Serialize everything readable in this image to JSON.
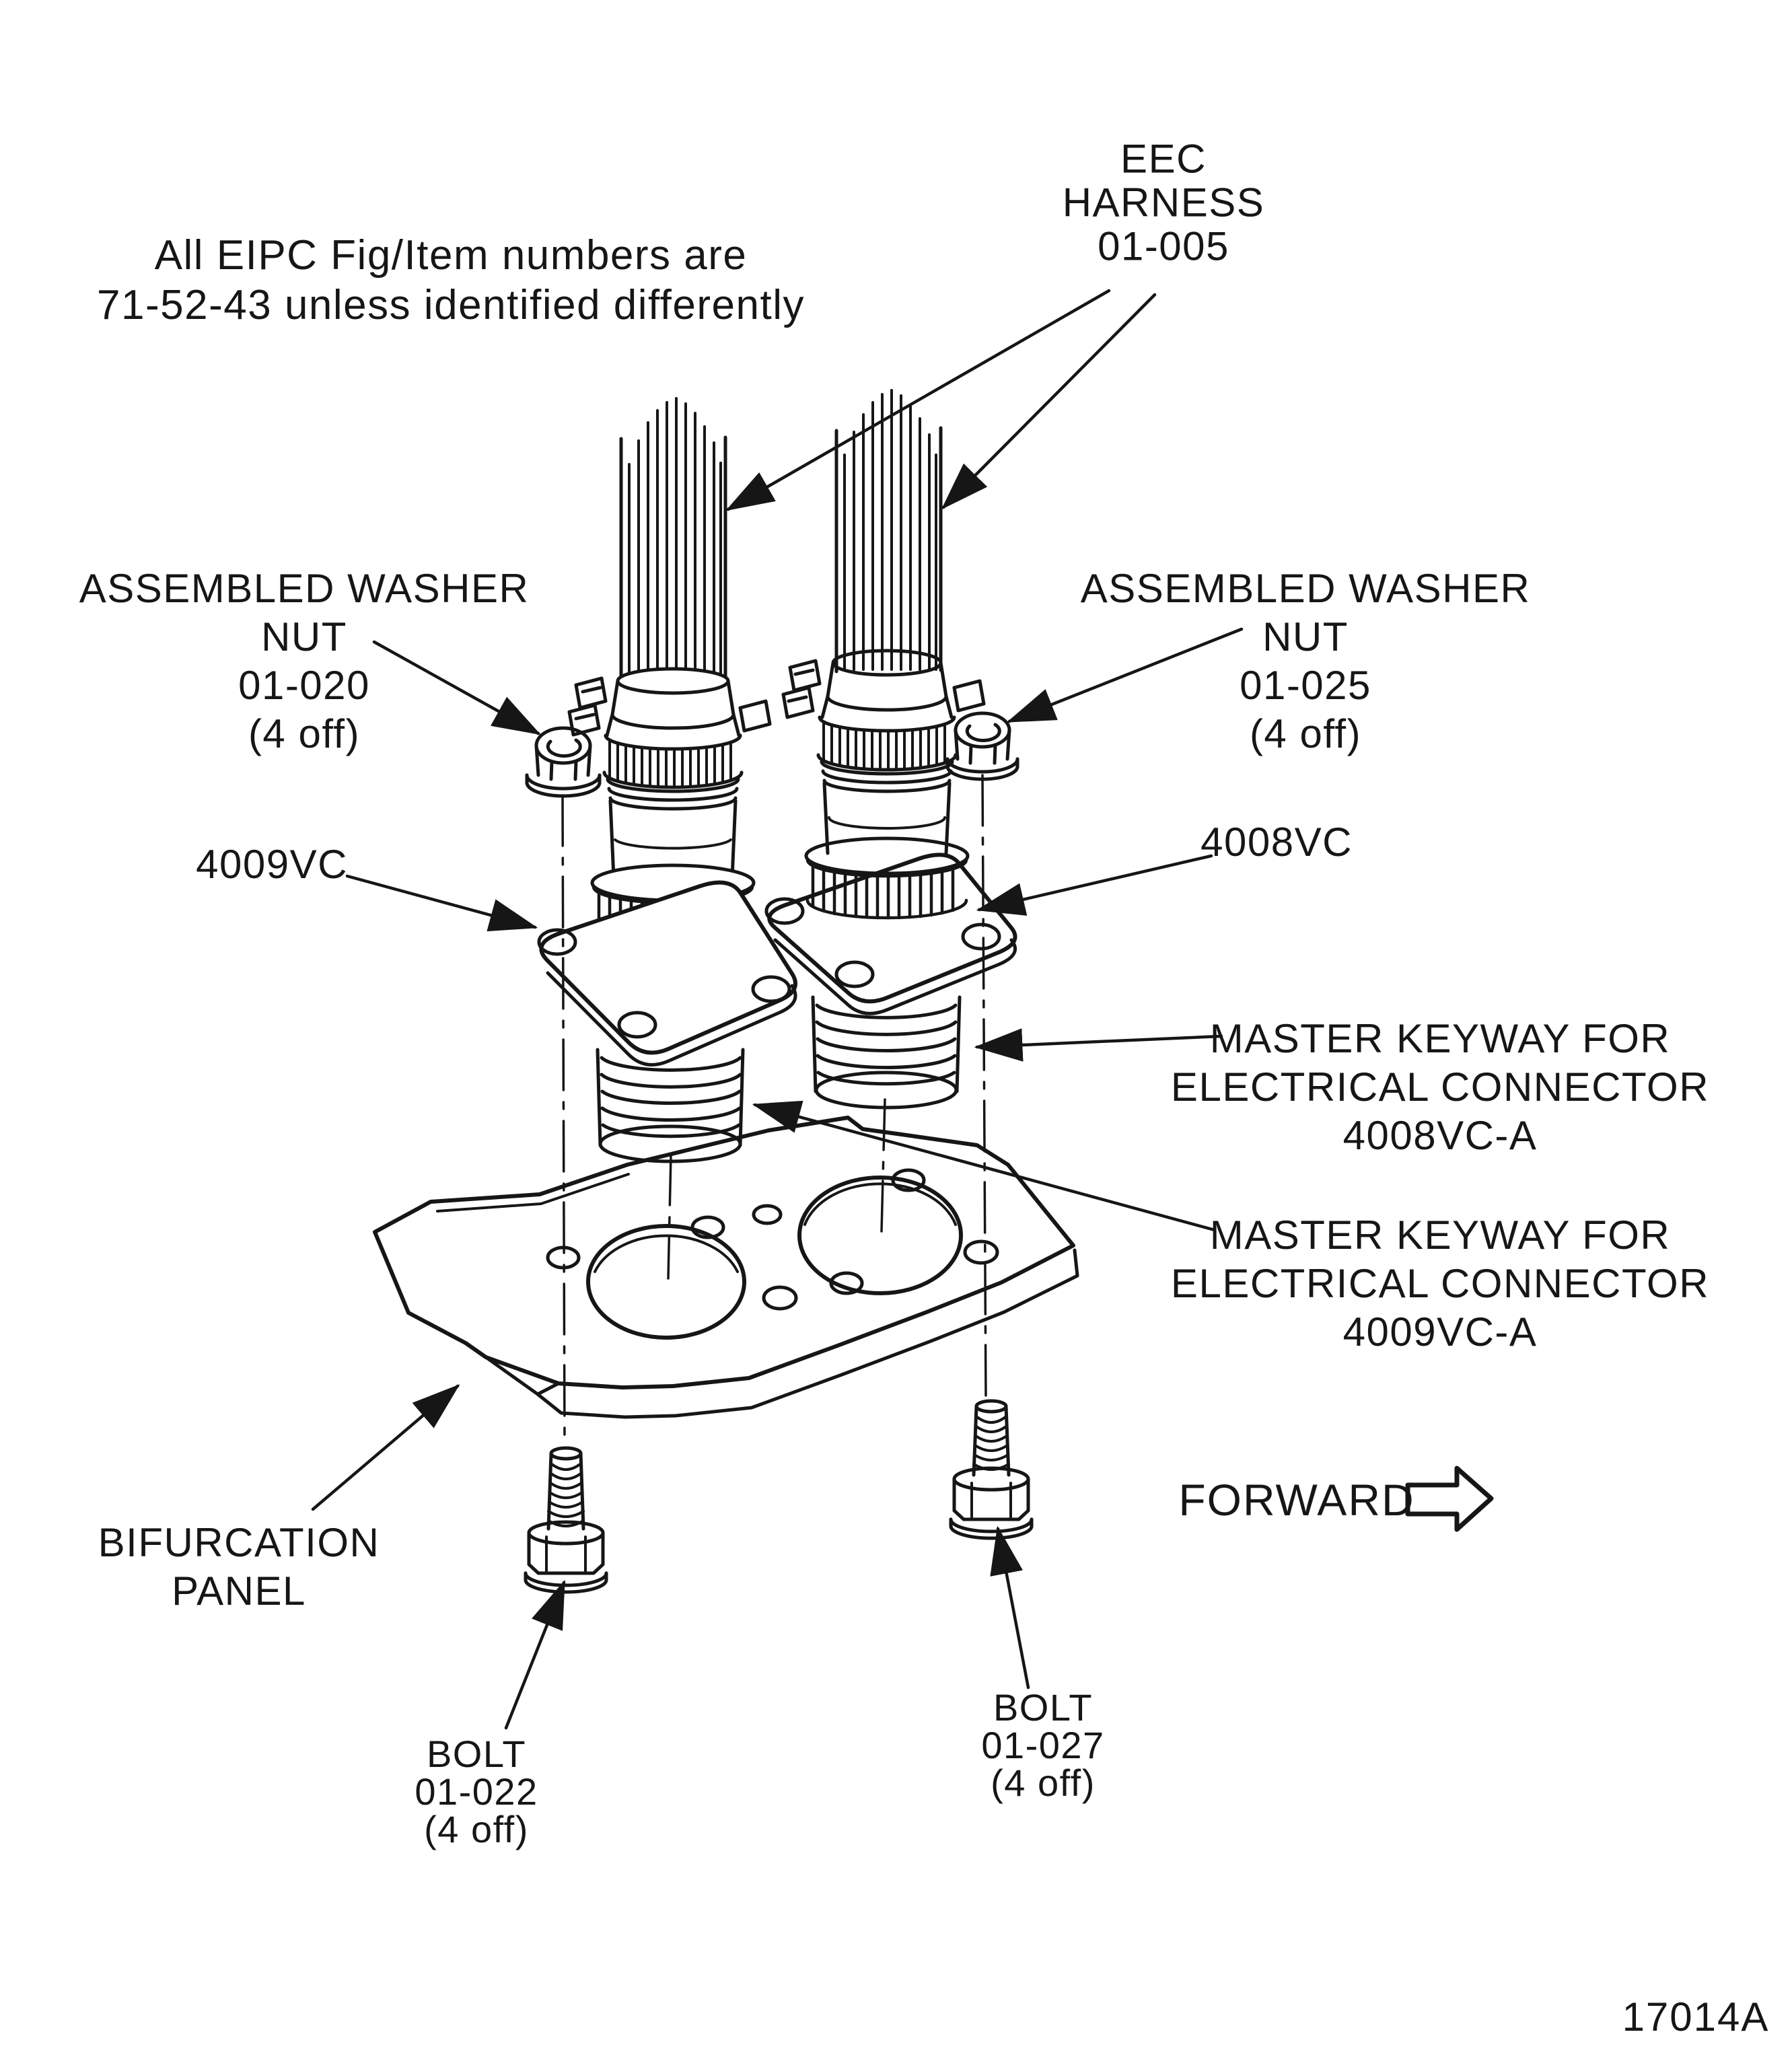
{
  "note": {
    "line1": "All EIPC Fig/Item numbers are",
    "line2": "71-52-43 unless identified differently"
  },
  "labels": {
    "eec_harness": {
      "l1": "EEC",
      "l2": "HARNESS",
      "l3": "01-005"
    },
    "washer_nut_left": {
      "l1": "ASSEMBLED WASHER",
      "l2": "NUT",
      "l3": "01-020",
      "l4": "(4 off)"
    },
    "washer_nut_right": {
      "l1": "ASSEMBLED WASHER",
      "l2": "NUT",
      "l3": "01-025",
      "l4": "(4 off)"
    },
    "connector_left": "4009VC",
    "connector_right": "4008VC",
    "keyway_4008": {
      "l1": "MASTER KEYWAY FOR",
      "l2": "ELECTRICAL CONNECTOR",
      "l3": "4008VC-A"
    },
    "keyway_4009": {
      "l1": "MASTER KEYWAY FOR",
      "l2": "ELECTRICAL CONNECTOR",
      "l3": "4009VC-A"
    },
    "bifurcation_panel": {
      "l1": "BIFURCATION",
      "l2": "PANEL"
    },
    "forward": "FORWARD",
    "bolt_left": {
      "l1": "BOLT",
      "l2": "01-022",
      "l3": "(4 off)"
    },
    "bolt_right": {
      "l1": "BOLT",
      "l2": "01-027",
      "l3": "(4 off)"
    }
  },
  "figure_code": "17014A",
  "colors": {
    "ink": "#161616",
    "paper": "#ffffff"
  }
}
